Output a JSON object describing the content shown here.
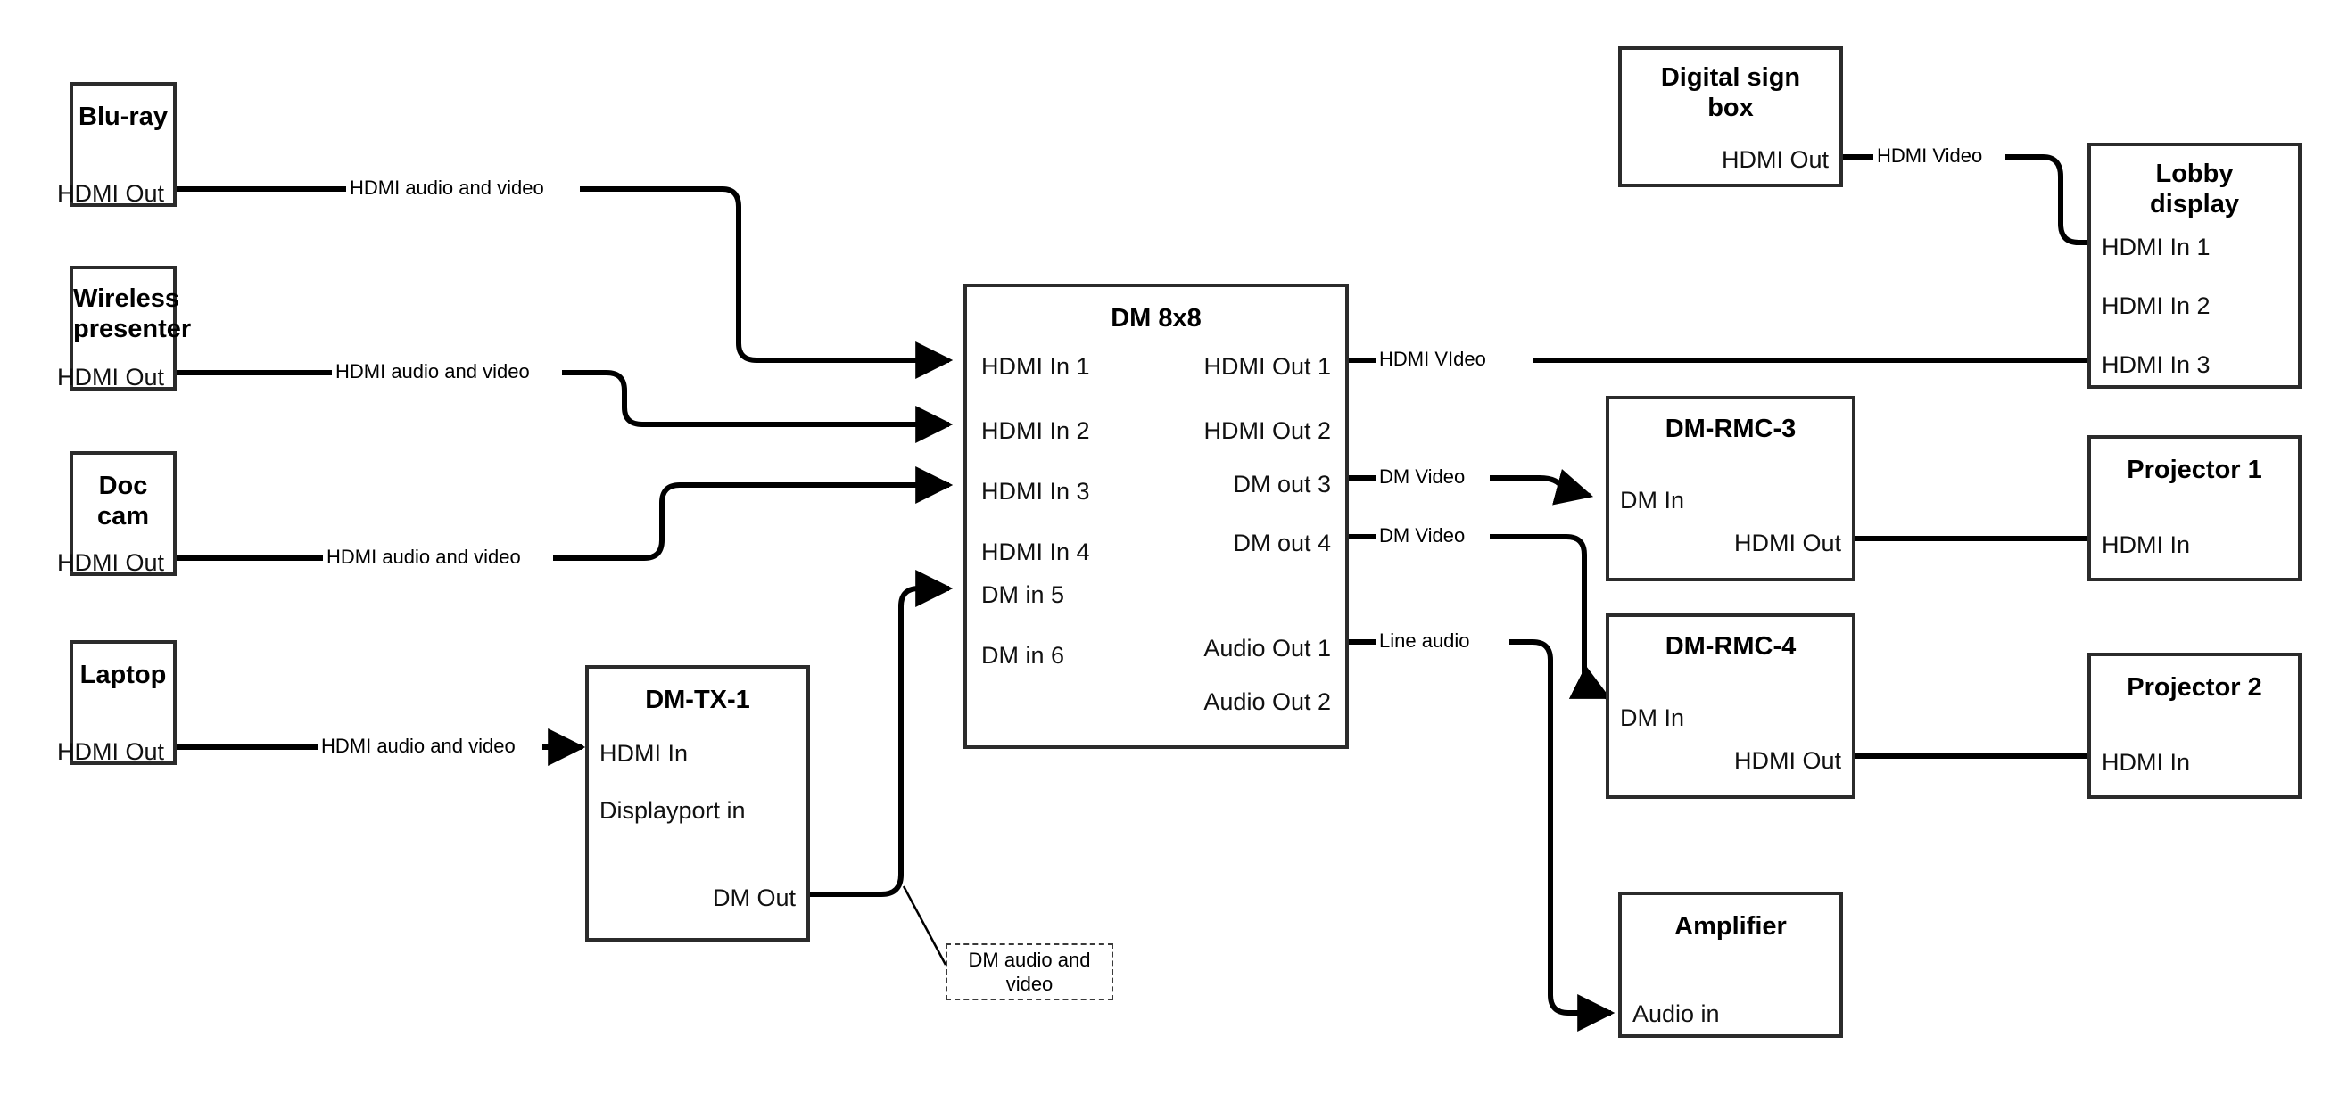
{
  "diagram": {
    "title": "AV signal routing diagram",
    "line_color": "#000000",
    "box_border_color": "#2b2b2b",
    "background": "#ffffff"
  },
  "nodes": {
    "bluray": {
      "title": "Blu-ray",
      "ports": [
        "HDMI Out"
      ]
    },
    "wireless": {
      "title": "Wireless\npresenter",
      "ports": [
        "HDMI Out"
      ]
    },
    "doccam": {
      "title": "Doc cam",
      "ports": [
        "HDMI Out"
      ]
    },
    "laptop": {
      "title": "Laptop",
      "ports": [
        "HDMI Out"
      ]
    },
    "dmtx1": {
      "title": "DM-TX-1",
      "ports": [
        "HDMI In",
        "Displayport in",
        "DM Out"
      ]
    },
    "dm8x8": {
      "title": "DM 8x8",
      "inputs": [
        "HDMI In 1",
        "HDMI In 2",
        "HDMI In 3",
        "HDMI In 4",
        "DM in 5",
        "DM in 6"
      ],
      "outputs": [
        "HDMI Out 1",
        "HDMI Out 2",
        "DM out 3",
        "DM out 4",
        "Audio Out 1",
        "Audio Out 2"
      ]
    },
    "digitalsign": {
      "title": "Digital sign\nbox",
      "ports": [
        "HDMI Out"
      ]
    },
    "lobby": {
      "title": "Lobby\ndisplay",
      "ports": [
        "HDMI In 1",
        "HDMI In 2",
        "HDMI In 3"
      ]
    },
    "rmc3": {
      "title": "DM-RMC-3",
      "ports": [
        "DM In",
        "HDMI Out"
      ]
    },
    "rmc4": {
      "title": "DM-RMC-4",
      "ports": [
        "DM In",
        "HDMI Out"
      ]
    },
    "projector1": {
      "title": "Projector 1",
      "ports": [
        "HDMI In"
      ]
    },
    "projector2": {
      "title": "Projector 2",
      "ports": [
        "HDMI In"
      ]
    },
    "amplifier": {
      "title": "Amplifier",
      "ports": [
        "Audio in"
      ]
    }
  },
  "labels": {
    "bluray_to_in1": "HDMI audio and video",
    "wireless_to_in2": "HDMI audio and video",
    "doccam_to_in3": "HDMI audio and video",
    "laptop_to_tx": "HDMI audio and video",
    "dm_audio_video": "DM audio and video",
    "sign_to_lobby": "HDMI Video",
    "hdmiout1_to_lobby": "HDMI VIdeo",
    "dmout3_to_rmc3": "DM Video",
    "dmout4_to_rmc4": "DM Video",
    "audioout1_to_amp": "Line audio"
  }
}
